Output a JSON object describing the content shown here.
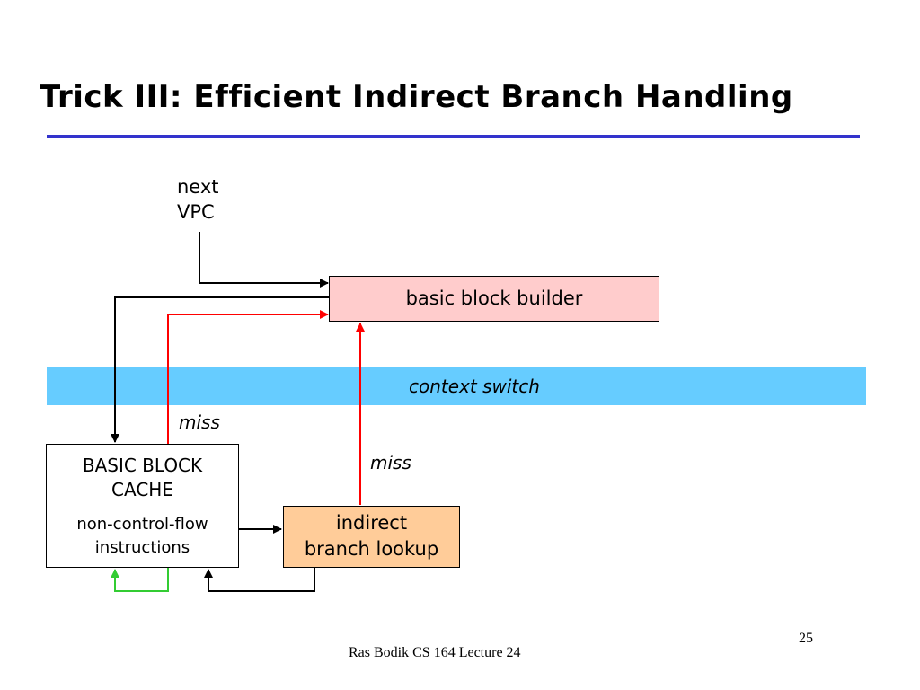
{
  "slide": {
    "title": "Trick III: Efficient Indirect Branch Handling",
    "page_number": "25",
    "footer": "Ras Bodik CS 164  Lecture 24"
  },
  "diagram": {
    "next_vpc_line1": "next",
    "next_vpc_line2": "VPC",
    "basic_block_builder": "basic block builder",
    "context_switch": "context switch",
    "miss_left": "miss",
    "miss_right": "miss",
    "cache_title_line1": "BASIC BLOCK",
    "cache_title_line2": "CACHE",
    "cache_sub_line1": "non-control-flow",
    "cache_sub_line2": "instructions",
    "lookup_line1": "indirect",
    "lookup_line2": "branch lookup"
  },
  "colors": {
    "title_rule": "#3333cc",
    "context_band": "#66ccff",
    "builder_fill": "#ffcccc",
    "lookup_fill": "#ffcc99",
    "miss_arrow": "#ff0000",
    "loop_arrow": "#33cc33",
    "normal_arrow": "#000000"
  }
}
